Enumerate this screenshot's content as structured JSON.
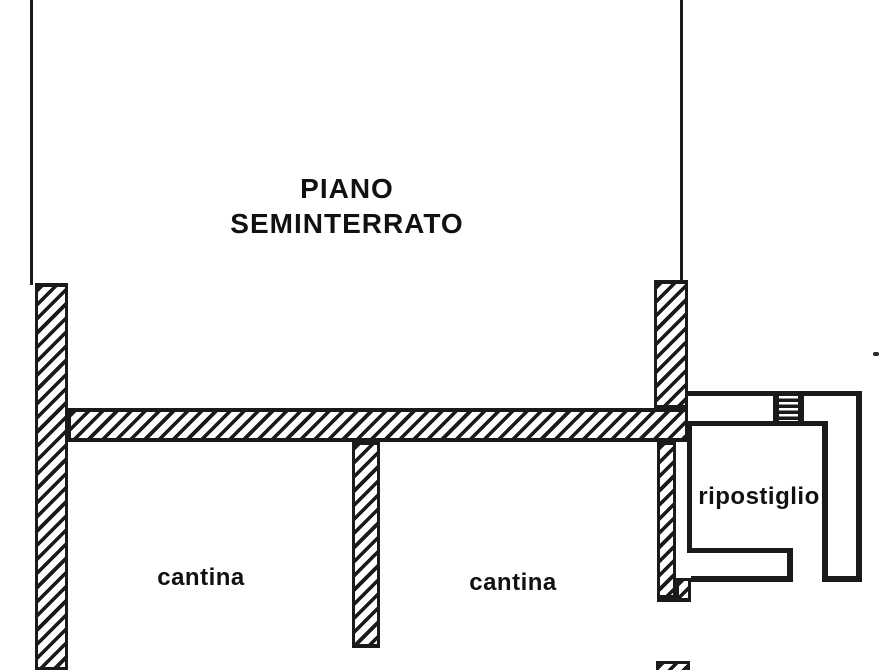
{
  "page": {
    "kind": "scanned basement floor plan",
    "background_color": "#ffffff",
    "ink_color": "#1a1a1a"
  },
  "floor_plan": {
    "title_line1": "PIANO",
    "title_line2": "SEMINTERRATO",
    "rooms": [
      {
        "id": "cantina-left",
        "label": "cantina"
      },
      {
        "id": "cantina-right",
        "label": "cantina"
      },
      {
        "id": "ripostiglio",
        "label": "ripostiglio"
      }
    ]
  }
}
